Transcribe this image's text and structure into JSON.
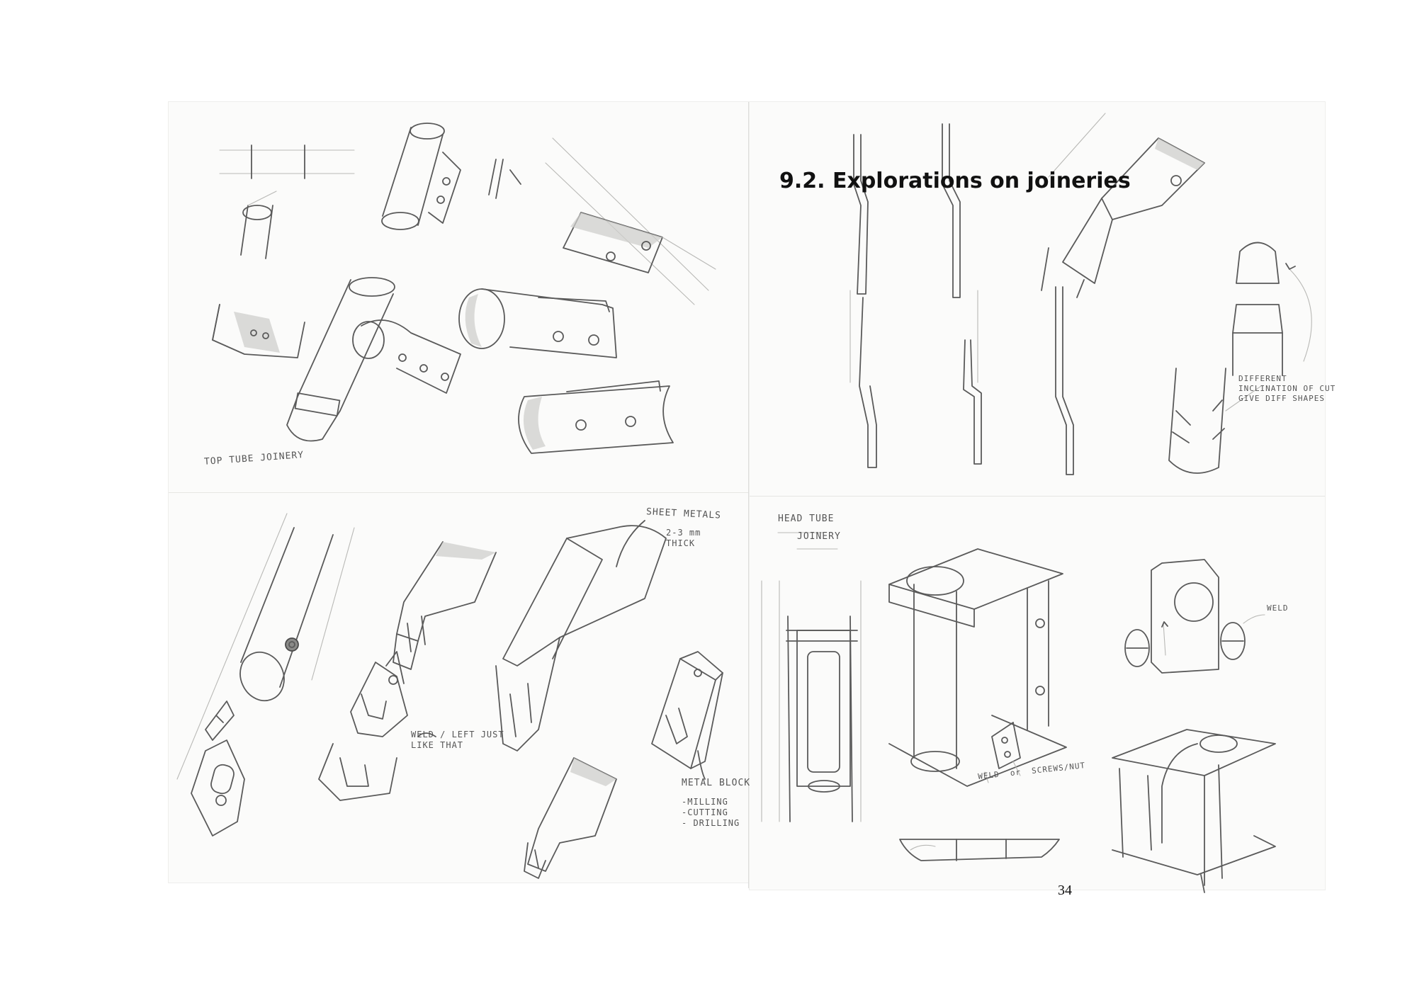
{
  "title": "9.2. Explorations on joineries",
  "page_number": "34",
  "annotations": {
    "top_tube_joinery": "TOP TUBE JOINERY",
    "sheet_metals": "SHEET METALS",
    "thickness": "2-3 mm\nTHICK",
    "weld_left": "WELD / LEFT JUST\nLIKE THAT",
    "metal_block": "METAL BLOCK",
    "processes": "-MILLING\n-CUTTING\n- DRILLING",
    "difference": "DIFFERENT\nINCLINATION OF CUT\nGIVE DIFF SHAPES",
    "head_tube": "HEAD TUBE",
    "joinery": "JOINERY",
    "weld_right": "WELD",
    "weld_or_screws": "WELD  or  SCREWS/NUT"
  }
}
